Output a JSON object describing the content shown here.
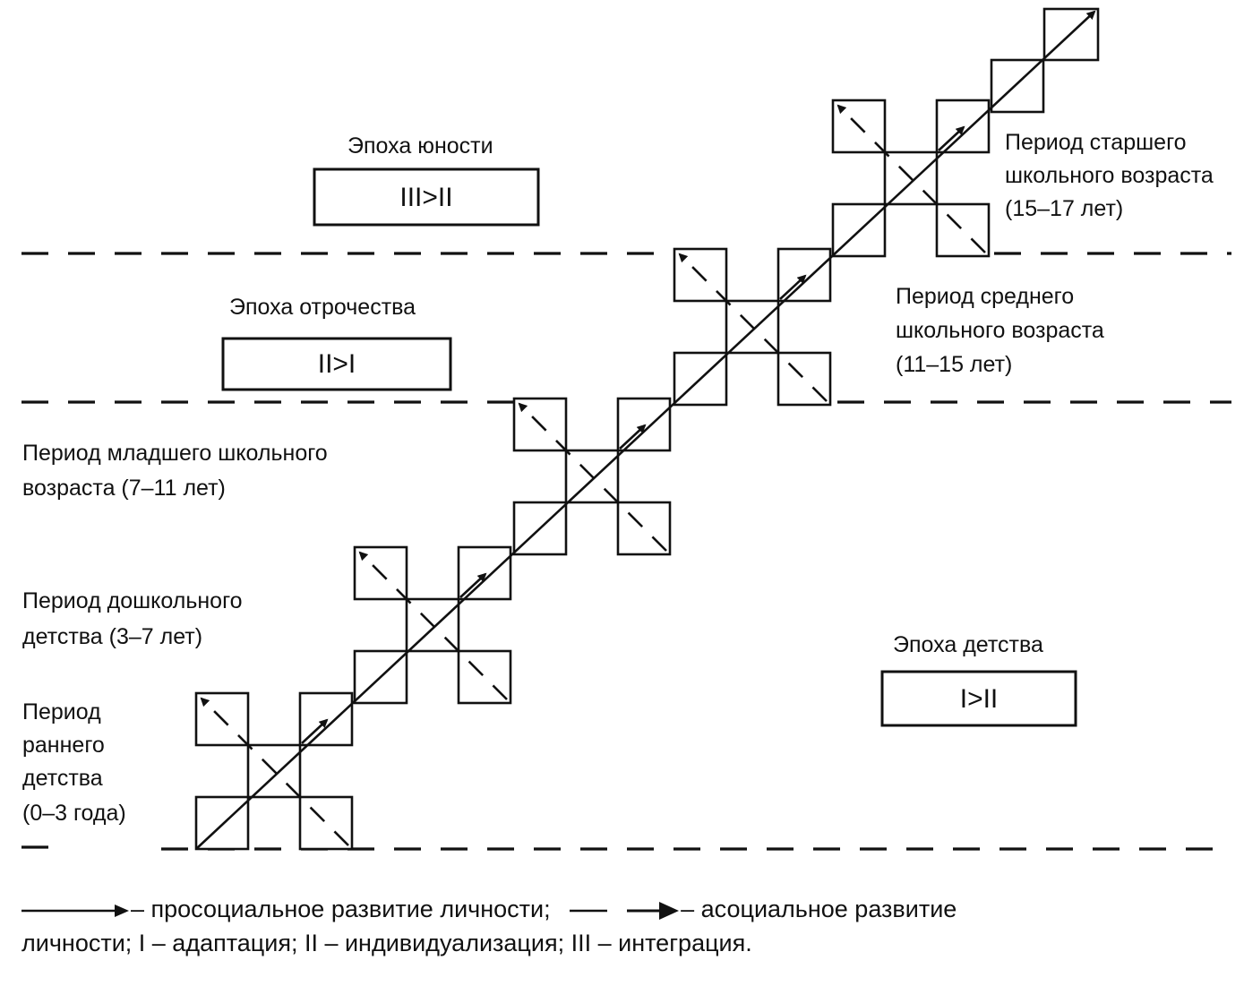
{
  "epochs": [
    {
      "title": "Эпоха юности",
      "formula": "III>II"
    },
    {
      "title": "Эпоха отрочества",
      "formula": "II>I"
    },
    {
      "title": "Эпоха детства",
      "formula": "I>II"
    }
  ],
  "periods": {
    "senior_school": [
      "Период старшего",
      "школьного возраста",
      "(15–17 лет)"
    ],
    "middle_school": [
      "Период среднего",
      "школьного возраста",
      "(11–15 лет)"
    ],
    "junior_school": [
      "Период младшего школьного",
      "возраста (7–11 лет)"
    ],
    "preschool": [
      "Период дошкольного",
      "детства (3–7 лет)"
    ],
    "early_childhood": [
      "Период",
      "раннего",
      "детства",
      "(0–3 года)"
    ]
  },
  "legend": {
    "prosocial": "– просоциальное развитие личности;",
    "asocial": "– асоциальное развитие",
    "line2": "личности; I – адаптация; II – индивидуализация; III – интеграция."
  }
}
